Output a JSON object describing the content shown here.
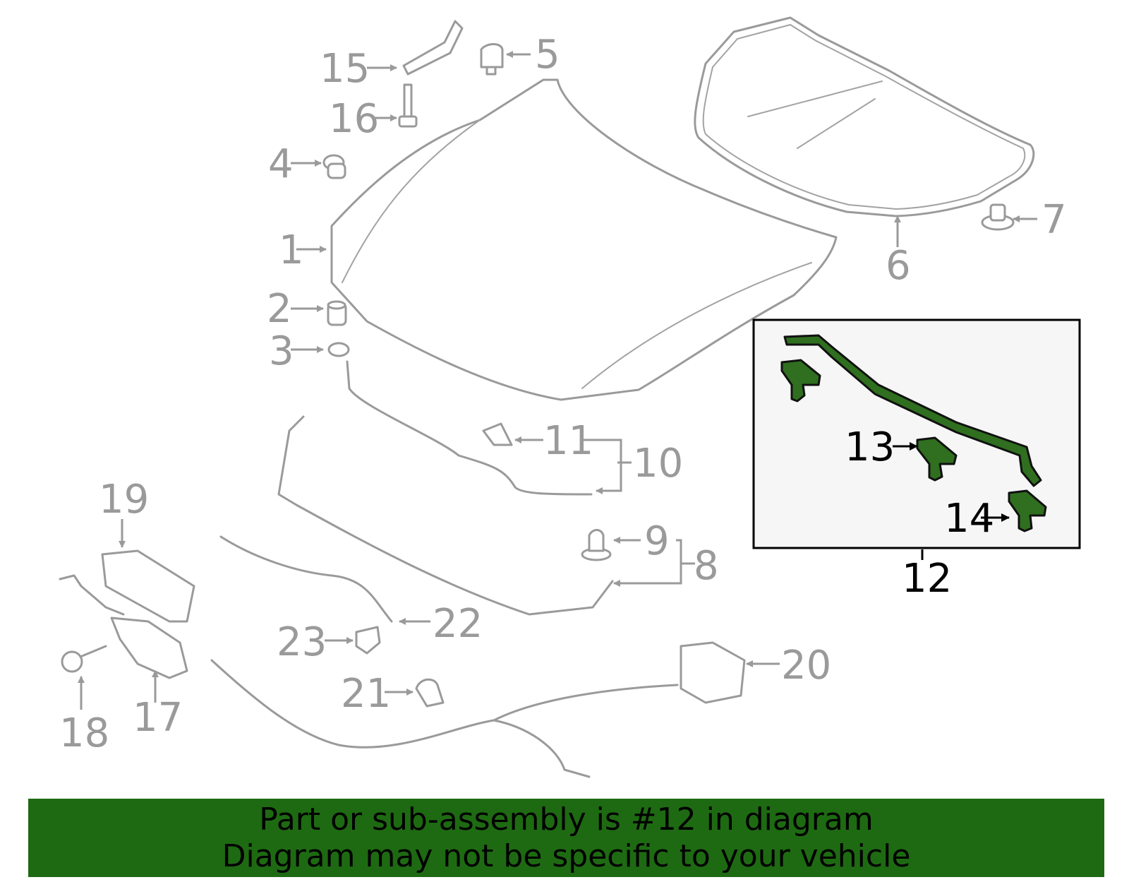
{
  "callouts": {
    "c1": "1",
    "c2": "2",
    "c3": "3",
    "c4": "4",
    "c5": "5",
    "c6": "6",
    "c7": "7",
    "c8": "8",
    "c9": "9",
    "c10": "10",
    "c11": "11",
    "c12": "12",
    "c13": "13",
    "c14": "14",
    "c15": "15",
    "c16": "16",
    "c17": "17",
    "c18": "18",
    "c19": "19",
    "c20": "20",
    "c21": "21",
    "c22": "22",
    "c23": "23"
  },
  "banner": {
    "line1": "Part or sub-assembly is #12 in diagram",
    "line2": "Diagram may not be specific to your vehicle",
    "color": "#1e6a12"
  },
  "highlight": {
    "part": "12",
    "color": "#2f6f1f"
  }
}
